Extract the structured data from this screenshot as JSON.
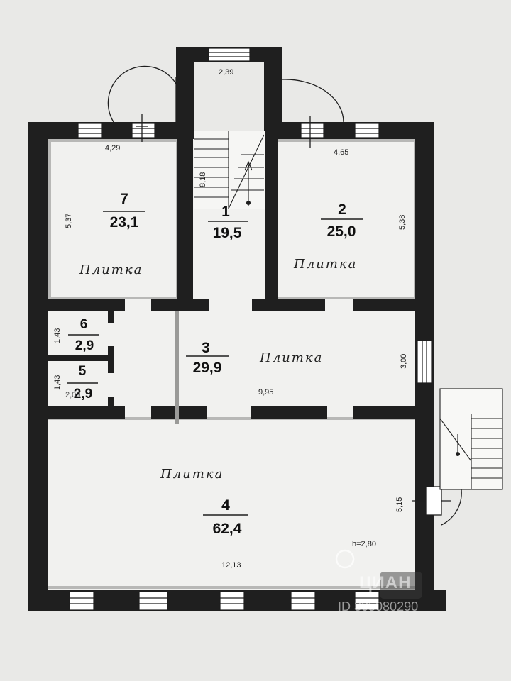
{
  "rooms": [
    {
      "number": "1",
      "area": "19,5"
    },
    {
      "number": "2",
      "area": "25,0"
    },
    {
      "number": "3",
      "area": "29,9"
    },
    {
      "number": "4",
      "area": "62,4"
    },
    {
      "number": "5",
      "area": "2,9"
    },
    {
      "number": "6",
      "area": "2,9"
    },
    {
      "number": "7",
      "area": "23,1"
    }
  ],
  "floor_labels": [
    "Плитка",
    "Плитка",
    "Плитка",
    "Плитка"
  ],
  "dimensions": {
    "porch_top_width": "2,39",
    "room7_width": "4,29",
    "room7_length": "5,37",
    "stair_length": "8,18",
    "room2_width": "4,65",
    "room2_length": "5,38",
    "room6_length": "1,43",
    "room5_length": "1,43",
    "room5_width": "2,09",
    "hall_length": "9,95",
    "hall_width": "3,00",
    "room4_width": "5,15",
    "room4_length": "12,13",
    "ceiling_height": "h=2,80"
  },
  "watermark": {
    "brand": "ЦИАН",
    "id": "ID 305080290"
  },
  "colors": {
    "wall": "#1f1f1f",
    "paper": "#e9e9e7",
    "inner_fill": "#f3f3f1"
  }
}
